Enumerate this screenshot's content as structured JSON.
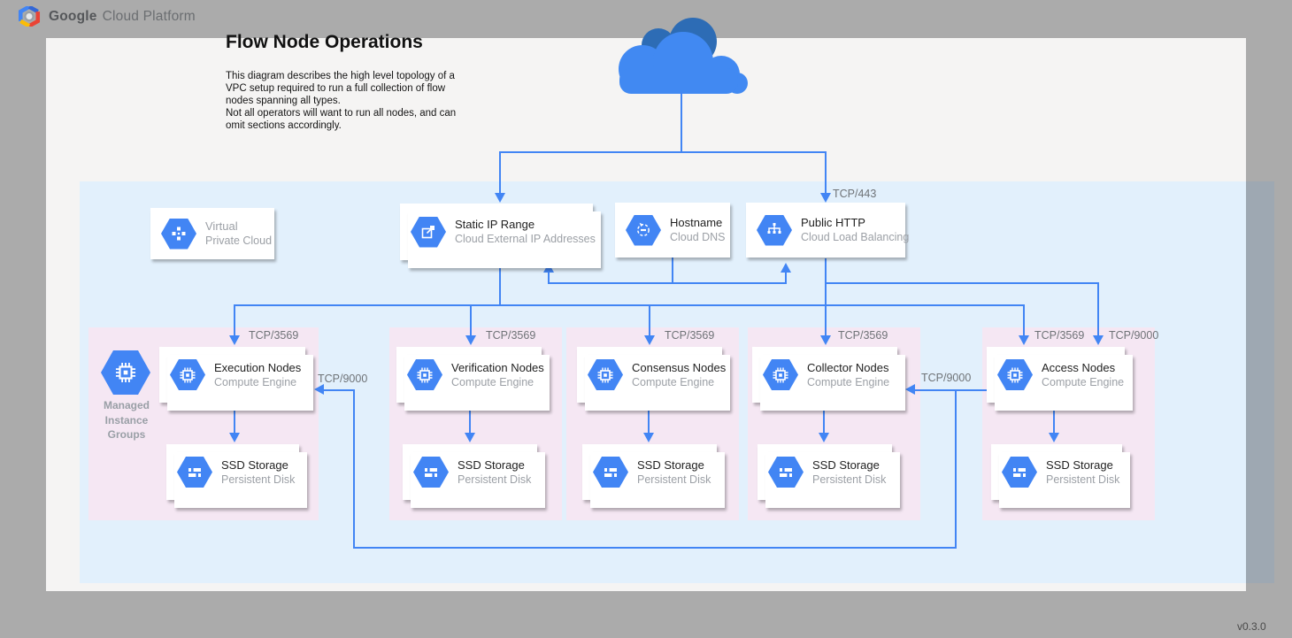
{
  "header": {
    "brand_primary": "Google",
    "brand_secondary": "Cloud Platform"
  },
  "title": "Flow Node Operations",
  "description": "This diagram describes the high level topology of a\nVPC setup required to run a full collection of flow\nnodes spanning all types.\nNot all operators will want to run all nodes, and can\nomit sections accordingly.",
  "version": "v0.3.0",
  "ports": {
    "https": "TCP/443",
    "flow": "TCP/3569",
    "collection": "TCP/9000"
  },
  "services": {
    "vpc": {
      "title": "Virtual",
      "subtitle": "Private Cloud",
      "icon": "vpc-icon"
    },
    "static_ip": {
      "title": "Static IP Range",
      "subtitle": "Cloud External IP Addresses",
      "icon": "external-ip-icon"
    },
    "hostname": {
      "title": "Hostname",
      "subtitle": "Cloud DNS",
      "icon": "dns-icon"
    },
    "public_http": {
      "title": "Public HTTP",
      "subtitle": "Cloud Load Balancing",
      "icon": "load-balancer-icon"
    },
    "managed_instance_groups": {
      "label": "Managed\nInstance\nGroups",
      "icon": "managed-instance-groups-icon"
    }
  },
  "groups": [
    {
      "compute": {
        "title": "Execution Nodes",
        "subtitle": "Compute Engine"
      },
      "storage": {
        "title": "SSD Storage",
        "subtitle": "Persistent Disk"
      }
    },
    {
      "compute": {
        "title": "Verification Nodes",
        "subtitle": "Compute Engine"
      },
      "storage": {
        "title": "SSD Storage",
        "subtitle": "Persistent Disk"
      }
    },
    {
      "compute": {
        "title": "Consensus Nodes",
        "subtitle": "Compute Engine"
      },
      "storage": {
        "title": "SSD Storage",
        "subtitle": "Persistent Disk"
      }
    },
    {
      "compute": {
        "title": "Collector Nodes",
        "subtitle": "Compute Engine"
      },
      "storage": {
        "title": "SSD Storage",
        "subtitle": "Persistent Disk"
      }
    },
    {
      "compute": {
        "title": "Access Nodes",
        "subtitle": "Compute Engine"
      },
      "storage": {
        "title": "SSD Storage",
        "subtitle": "Persistent Disk"
      }
    }
  ],
  "colors": {
    "accent_blue": "#4285F4",
    "hex_blue": "#4285F4",
    "vpc_zone": "#E2F0FC",
    "group_pink": "#F5E7F3",
    "canvas": "#F5F4F3",
    "background": "#ABABAB",
    "zone_overflow": "#9EA8B2",
    "cloud_light": "#4189F2",
    "cloud_dark": "#2D6CB5"
  }
}
